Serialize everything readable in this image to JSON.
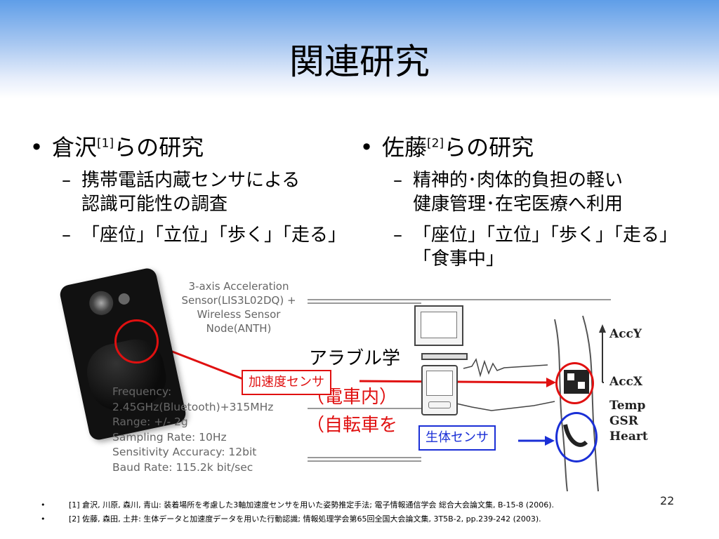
{
  "title": "関連研究",
  "left": {
    "bullet": "•",
    "heading_pre": "倉沢",
    "heading_ref": "[1]",
    "heading_post": "らの研究",
    "items": [
      {
        "dash": "–",
        "line1": "携帯電話内蔵センサによる",
        "line2": "認識可能性の調査"
      },
      {
        "dash": "–",
        "line1": "「座位」「立位」「歩く」「走る」",
        "line2": ""
      }
    ]
  },
  "right": {
    "bullet": "•",
    "heading_pre": "佐藤",
    "heading_ref": "[2]",
    "heading_post": "らの研究",
    "items": [
      {
        "dash": "–",
        "line1": "精神的･肉体的負担の軽い",
        "line2": "健康管理･在宅医療へ利用"
      },
      {
        "dash": "–",
        "line1": "「座位」「立位」「歩く」「走る」",
        "line2": "「食事中」"
      }
    ]
  },
  "phone_spec": {
    "top_lines": [
      "3-axis Acceleration",
      "Sensor(LIS3L02DQ) +",
      "Wireless Sensor",
      "Node(ANTH)"
    ],
    "bottom_lines": [
      "Frequency:",
      "2.45GHz(Bluetooth)+315MHz",
      "Range: +/- 2g",
      "Sampling Rate: 10Hz",
      "Sensitivity Accuracy: 12bit",
      "Baud Rate: 115.2k bit/sec"
    ]
  },
  "center_texts": {
    "line1": "アラブル学",
    "line2": "（電車内）",
    "line3": "（自転車を"
  },
  "labels": {
    "accel": "加速度センサ",
    "bio": "生体センサ"
  },
  "sensor_labels": [
    "AccY",
    "AccX",
    "Temp",
    "GSR",
    "Heart"
  ],
  "references": [
    {
      "bullet": "•",
      "text": "[1] 倉沢, 川原, 森川, 青山: 装着場所を考慮した3軸加速度センサを用いた姿勢推定手法; 電子情報通信学会 総合大会論文集, B-15-8 (2006)."
    },
    {
      "bullet": "•",
      "text": "[2] 佐藤, 森田, 土井: 生体データと加速度データを用いた行動認識; 情報処理学会第65回全国大会論文集, 3T5B-2, pp.239-242 (2003)."
    }
  ],
  "page_number": "22",
  "colors": {
    "accent_red": "#e01010",
    "accent_blue": "#1a2fd6",
    "header_blue": "#5f9ee8"
  }
}
